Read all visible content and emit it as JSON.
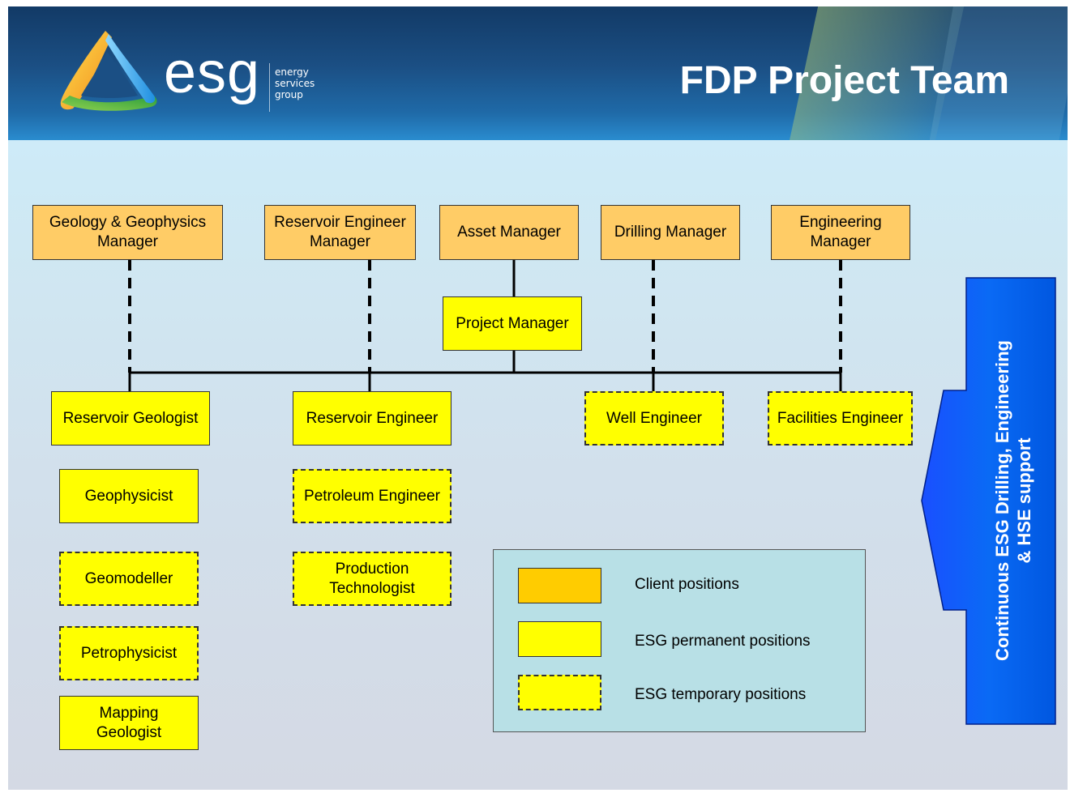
{
  "header": {
    "logo": {
      "name": "esg",
      "tagline": [
        "energy",
        "services",
        "group"
      ]
    },
    "title": "FDP Project Team"
  },
  "managers": {
    "gg": "Geology & Geophysics\nManager",
    "reservoir": "Reservoir Engineer\nManager",
    "asset": "Asset Manager",
    "drilling": "Drilling Manager",
    "engineering": "Engineering\nManager"
  },
  "project_manager": "Project Manager",
  "team": {
    "reservoir_geologist": "Reservoir Geologist",
    "reservoir_engineer": "Reservoir Engineer",
    "well_engineer": "Well Engineer",
    "facilities_engineer": "Facilities Engineer",
    "geophysicist": "Geophysicist",
    "geomodeller": "Geomodeller",
    "petrophysicist": "Petrophysicist",
    "mapping_geologist": "Mapping\nGeologist",
    "petroleum_engineer": "Petroleum Engineer",
    "production_technologist": "Production\nTechnologist"
  },
  "legend": {
    "client": "Client positions",
    "permanent": "ESG permanent positions",
    "temporary": "ESG temporary positions"
  },
  "support": {
    "line1": "Continuous ESG Drilling, Engineering",
    "line2": "& HSE support"
  },
  "colors": {
    "client": "#ffcc66",
    "esg": "#ffff00",
    "arrow": "#0066ff",
    "header": "#1b4f84"
  }
}
